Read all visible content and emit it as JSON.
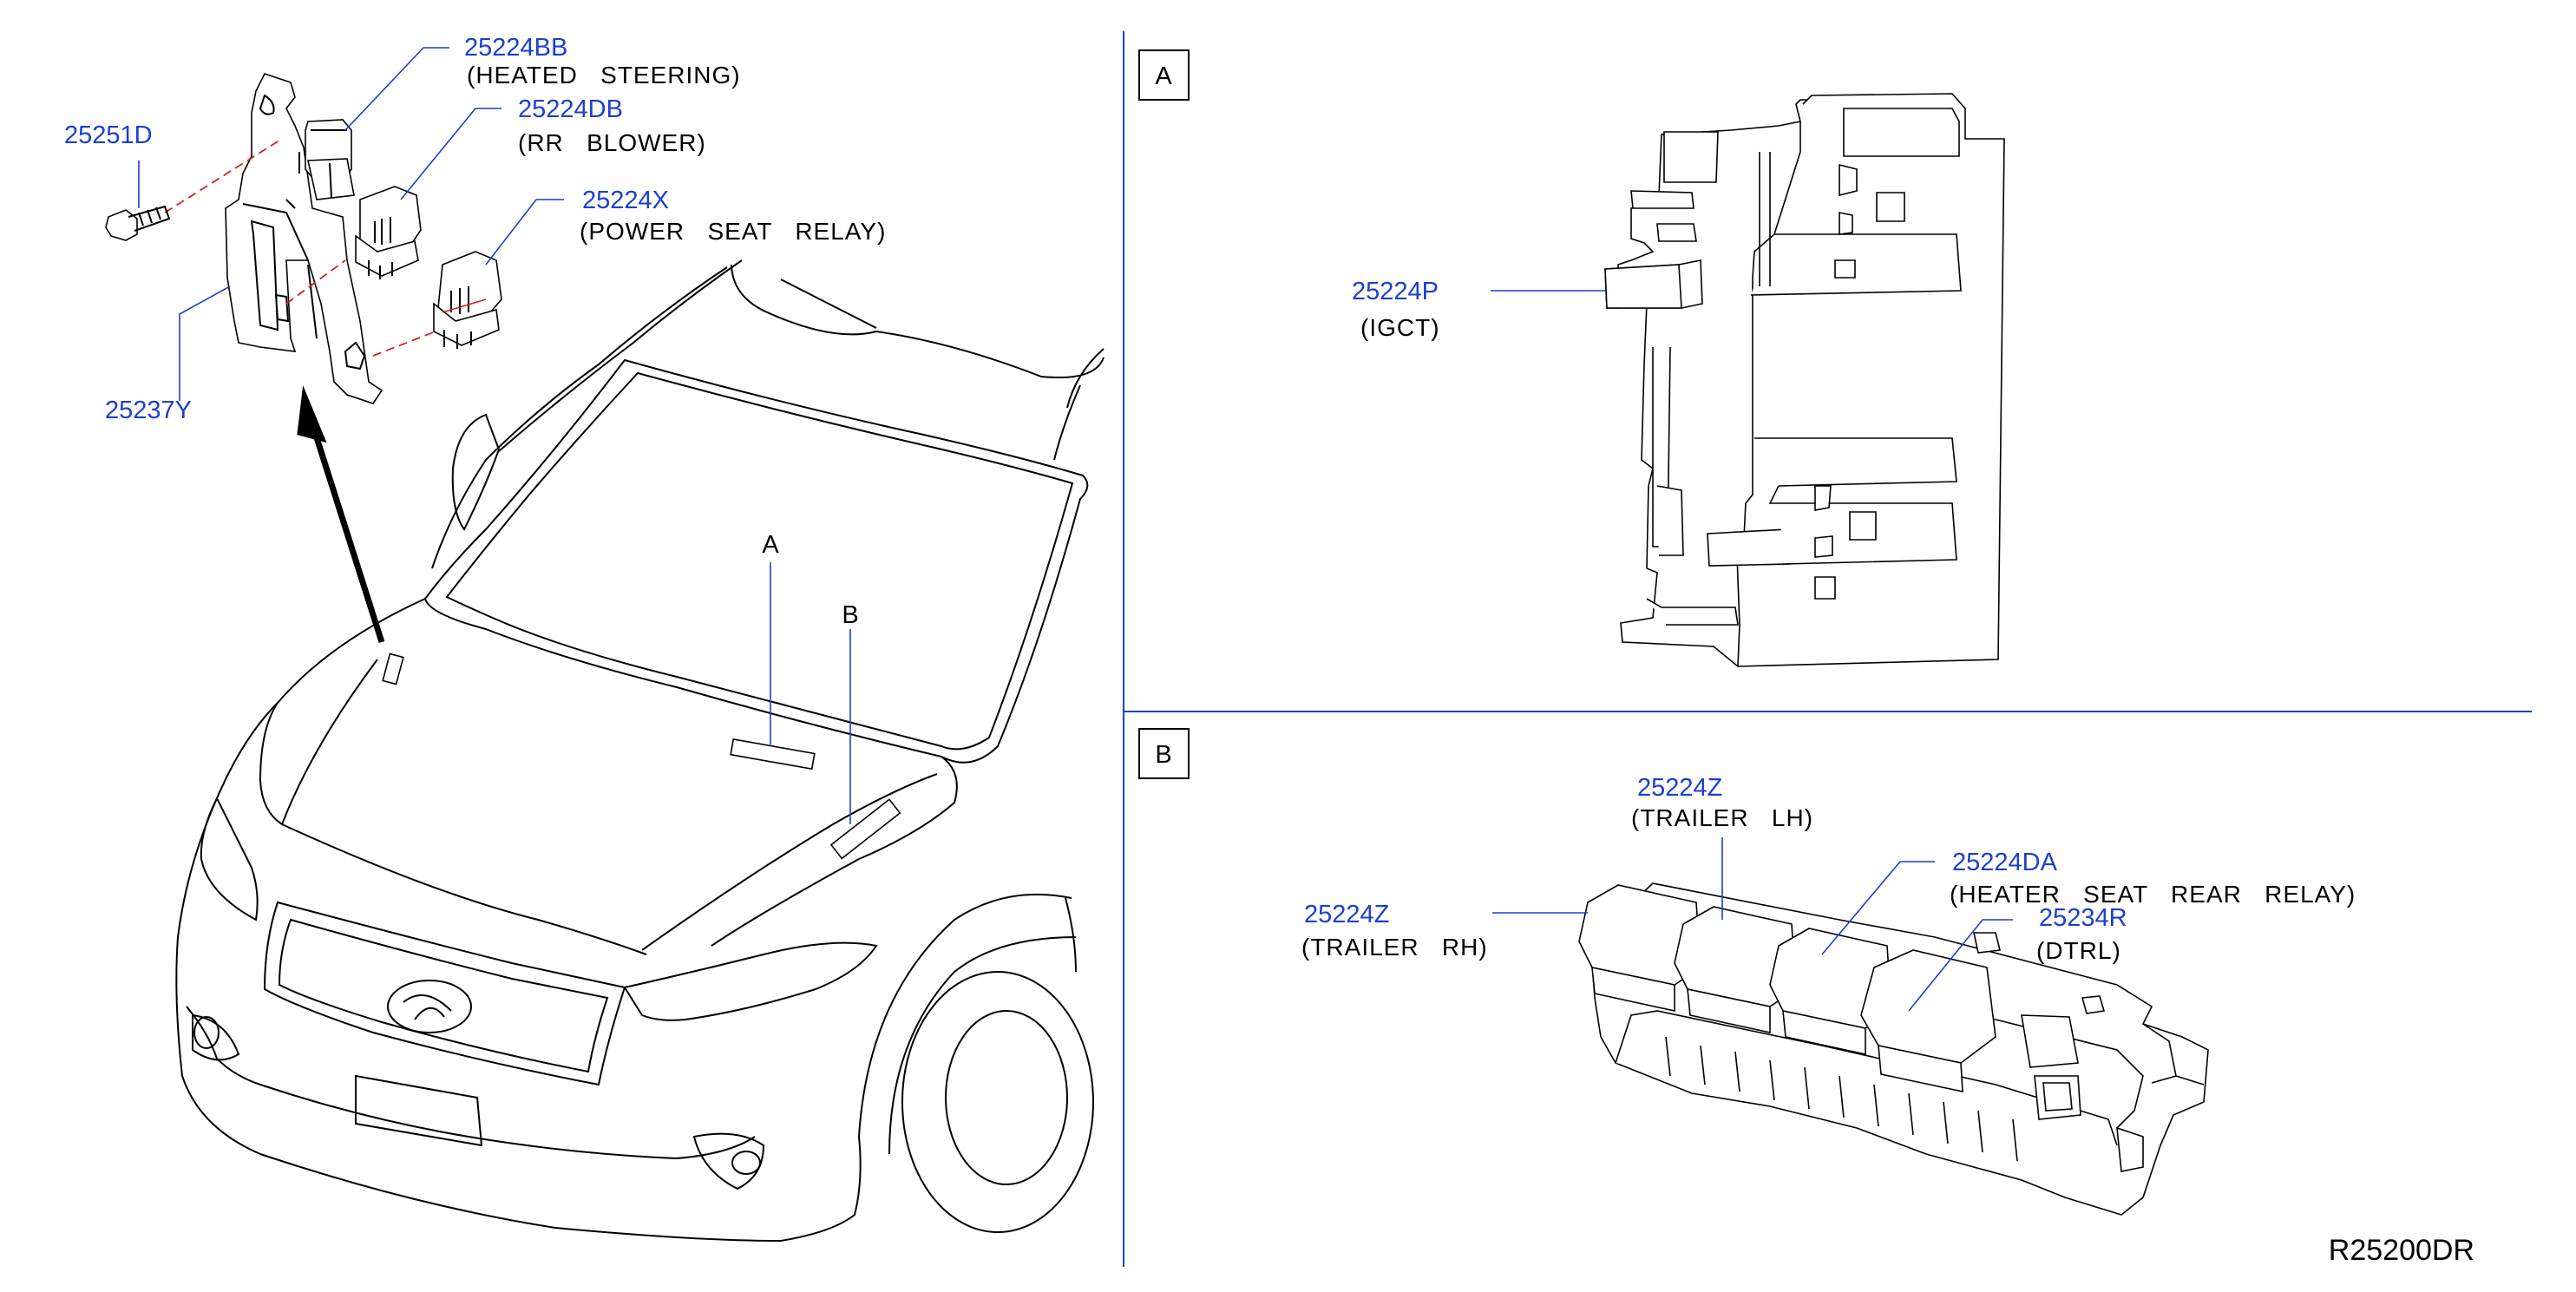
{
  "diagram_ref": "R25200DR",
  "panels": {
    "a": {
      "label": "A"
    },
    "b": {
      "label": "B"
    }
  },
  "location_marks": {
    "a": "A",
    "b": "B"
  },
  "parts": {
    "p25224BB": {
      "number": "25224BB",
      "desc": "(HEATED   STEERING)"
    },
    "p25224DB": {
      "number": "25224DB",
      "desc": "(RR   BLOWER)"
    },
    "p25224X": {
      "number": "25224X",
      "desc": "(POWER   SEAT   RELAY)"
    },
    "p25251D": {
      "number": "25251D"
    },
    "p25237Y": {
      "number": "25237Y"
    },
    "p25224P": {
      "number": "25224P",
      "desc": "(IGCT)"
    },
    "p25224Z_lh": {
      "number": "25224Z",
      "desc": "(TRAILER   LH)"
    },
    "p25224Z_rh": {
      "number": "25224Z",
      "desc": "(TRAILER   RH)"
    },
    "p25224DA": {
      "number": "25224DA",
      "desc": "(HEATER   SEAT   REAR   RELAY)"
    },
    "p25234R": {
      "number": "25234R",
      "desc": "(DTRL)"
    }
  },
  "colors": {
    "part_number": "#1c3fd0",
    "divider": "#1c3fd0",
    "dashed_guide": "#d42020",
    "line_art": "#000000"
  }
}
